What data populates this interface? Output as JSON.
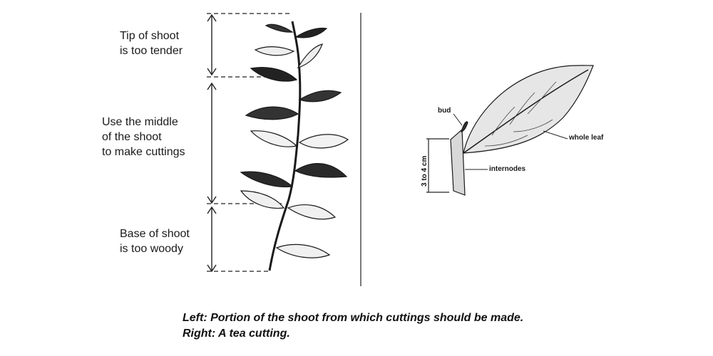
{
  "left_diagram": {
    "tip_label": [
      "Tip of shoot",
      "is too tender"
    ],
    "middle_label": [
      "Use the middle",
      "of the shoot",
      "to make cuttings"
    ],
    "base_label": [
      "Base of shoot",
      "is too woody"
    ]
  },
  "right_diagram": {
    "bud_label": "bud",
    "whole_leaf_label": "whole leaf",
    "internodes_label": "internodes",
    "length_label": "3 to 4 cm"
  },
  "caption": {
    "line1": "Left: Portion of the shoot from which cuttings should be made.",
    "line2": "Right: A tea cutting."
  }
}
